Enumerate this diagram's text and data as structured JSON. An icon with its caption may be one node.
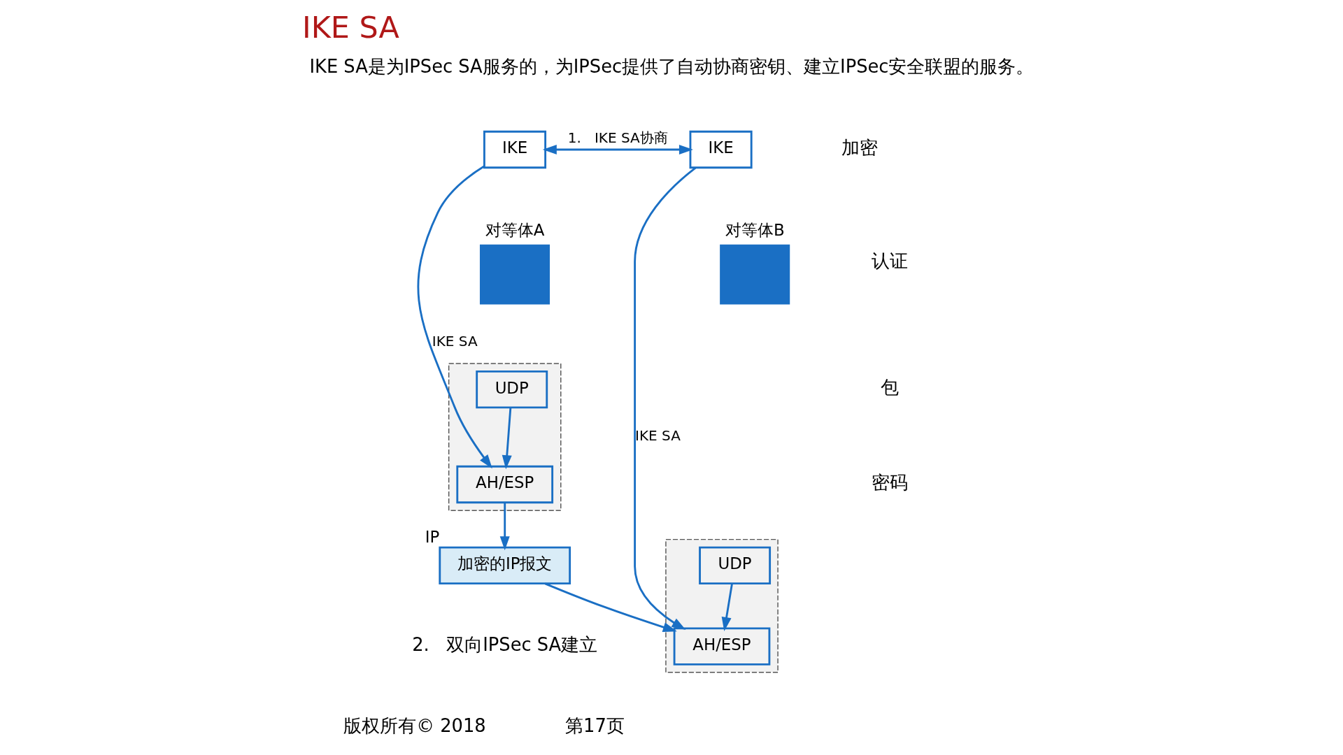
{
  "diagram": {
    "title": "IKE SA",
    "nodes": [
      {
        "text": [
          "IKE"
        ]
      },
      {
        "text": [
          "IKE"
        ]
      },
      {
        "text": [
          "对等体A"
        ]
      },
      {
        "text": [],
        "shape": "box"
      },
      {
        "text": [
          "UDP"
        ],
        "in": 3
      },
      {
        "text": [
          "AH/ESP"
        ],
        "in": 3
      },
      {
        "text": [
          "对等体B"
        ]
      },
      {
        "text": [],
        "shape": "box"
      },
      {
        "text": [
          "UDP"
        ],
        "in": 7
      },
      {
        "text": [
          "AH/ESP"
        ],
        "in": 7
      },
      {
        "text": [
          "加密的IP报文"
        ],
        "beside": [
          "IP"
        ]
      }
    ],
    "edges": [
      {
        "from": 0,
        "to": 1,
        "arrow": "both",
        "label": "1.   IKE SA协商"
      },
      {
        "from": 0,
        "to": 5,
        "arrow": "to",
        "label": "IKE SA"
      },
      {
        "from": 4,
        "to": 5,
        "arrow": "to"
      },
      {
        "from": 1,
        "to": 9,
        "arrow": "to",
        "label": "IKE SA"
      },
      {
        "from": 8,
        "to": 9,
        "arrow": "to"
      },
      {
        "from": 5,
        "to": 10,
        "arrow": "to"
      },
      {
        "from": 10,
        "to": 9,
        "arrow": "to"
      }
    ],
    "labels": [
      "IKE SA是为IPSec SA服务的，为IPSec提供了自动协商密钥、建立IPSec安全联盟的服务。",
      "加密",
      "认证",
      "包",
      "密码",
      "2.   双向IPSec SA建立",
      "版权所有© 2018",
      "第17页"
    ]
  }
}
